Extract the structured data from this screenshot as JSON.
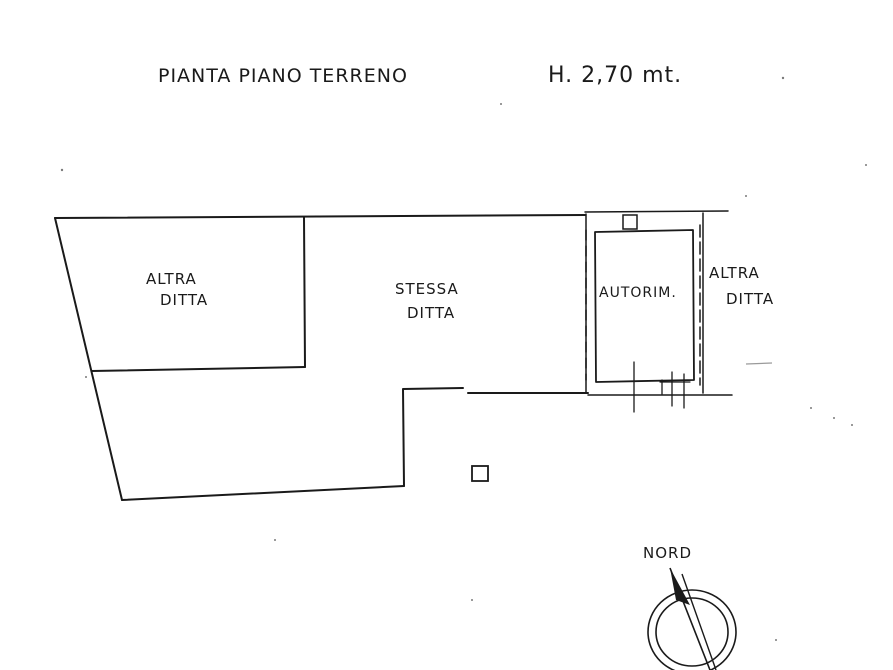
{
  "title": {
    "text": "PIANTA   PIANO  TERRENO",
    "height": "H. 2,70 mt."
  },
  "rooms": {
    "altra_ditta_left": [
      "ALTRA",
      "DITTA"
    ],
    "stessa_ditta": [
      "STESSA",
      "DITTA"
    ],
    "autorimessa": "AUTORIM.",
    "altra_ditta_right": [
      "ALTRA",
      "DITTA"
    ]
  },
  "compass": {
    "label": "NORD",
    "icon": "north-arrow-icon"
  },
  "colors": {
    "ink": "#1a1a1a",
    "paper": "#ffffff"
  }
}
